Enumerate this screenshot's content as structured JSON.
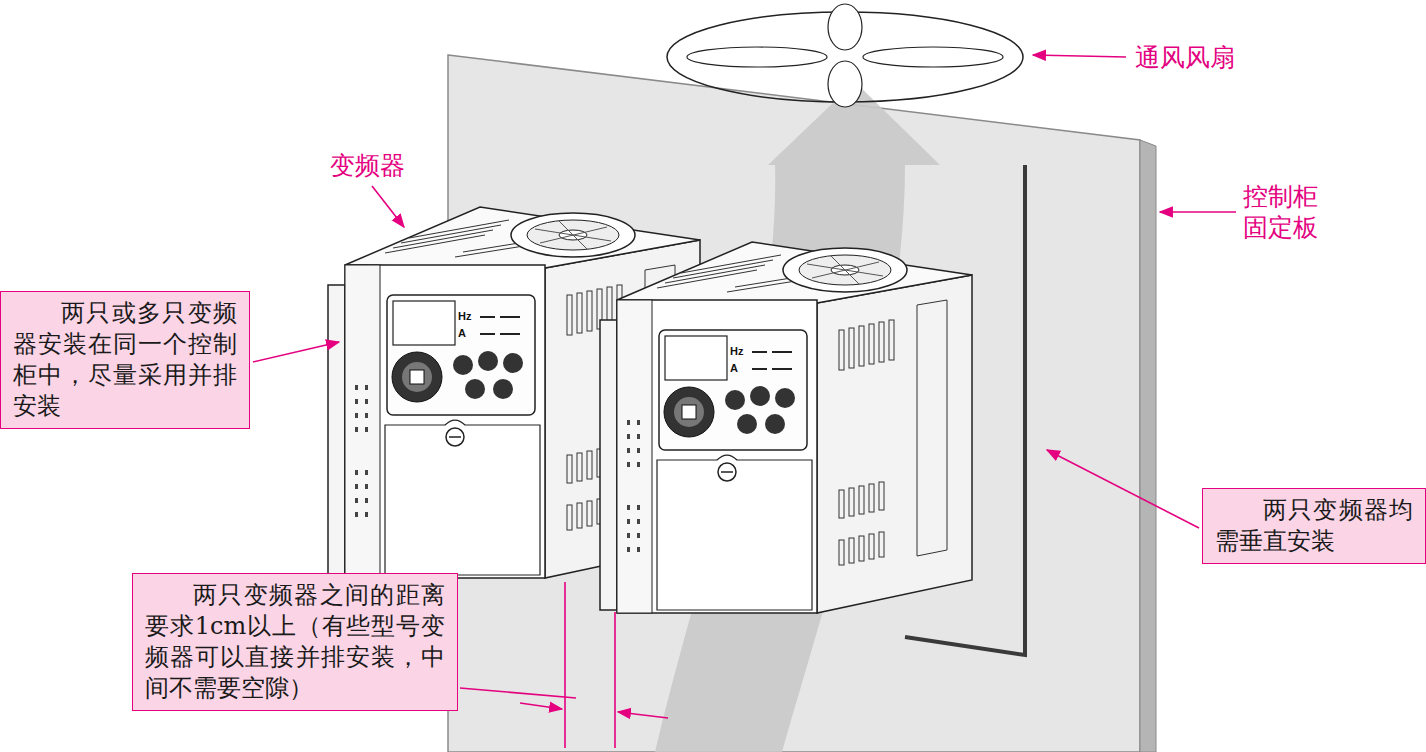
{
  "diagram": {
    "nodes": [
      {
        "text": [
          "两只或多只变频器安装在同一个控制柜中，尽量采用并排安装"
        ]
      },
      {
        "text": [
          "两只变频器之间的距离要求1cm以上（有些型号变频器可以直接并排安装，中间不需要空隙）"
        ]
      },
      {
        "text": [
          "两只变频器均需垂直安装"
        ]
      }
    ],
    "labels": [
      "通风风扇",
      "变频器",
      "控制柜固定板",
      "Hz",
      "A",
      "Hz",
      "A"
    ]
  }
}
